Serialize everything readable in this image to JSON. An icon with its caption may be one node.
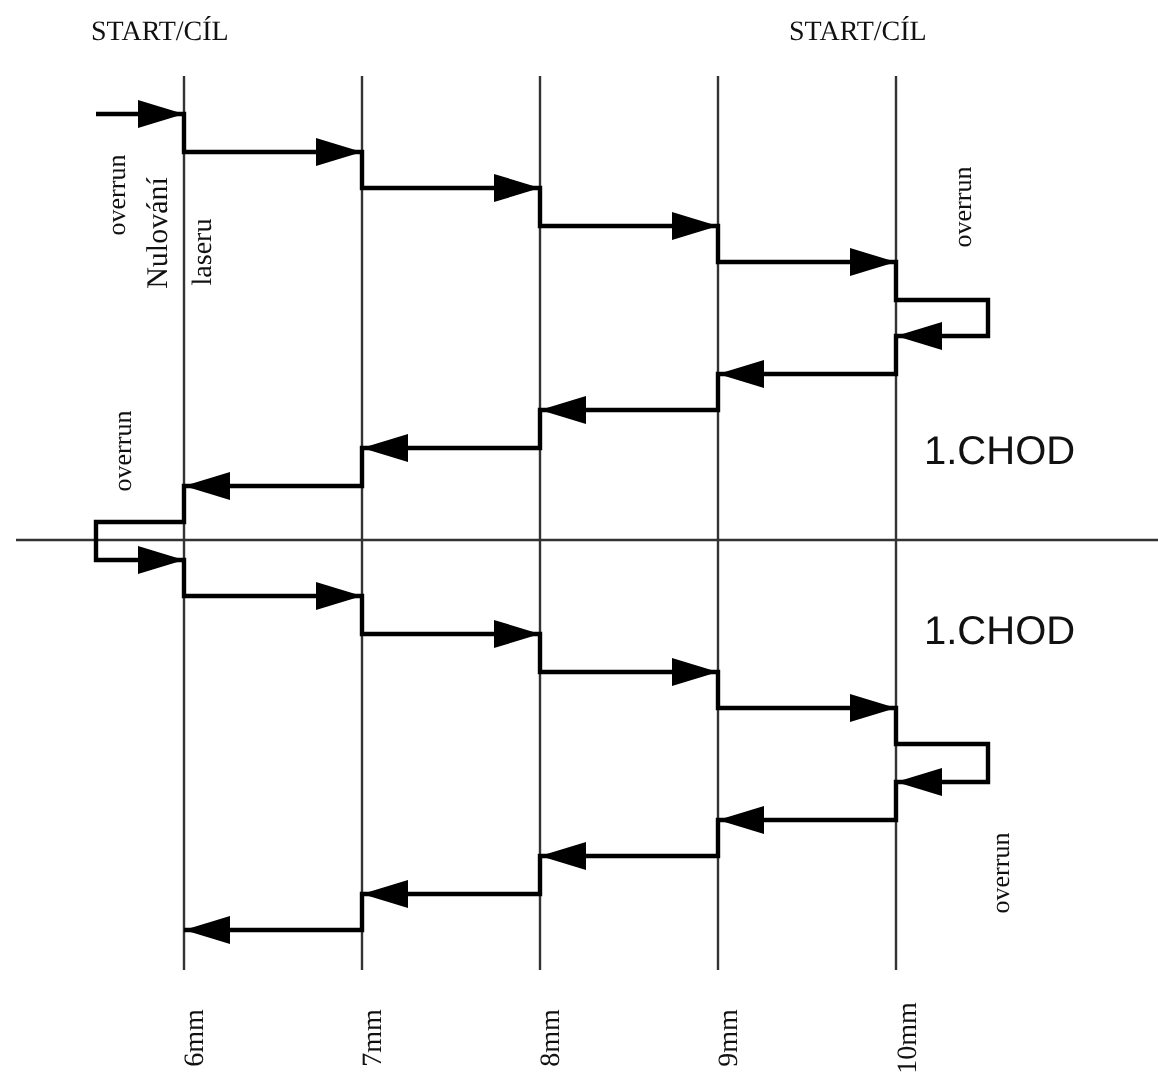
{
  "diagram": {
    "labels": [
      "START/CÍL",
      "START/CÍL",
      "overrun",
      "Nulování",
      "laseru",
      "overrun",
      "overrun",
      "1.CHOD",
      "1.CHOD",
      "overrun",
      "6mm",
      "7mm",
      "8mm",
      "9mm",
      "10mm"
    ]
  }
}
